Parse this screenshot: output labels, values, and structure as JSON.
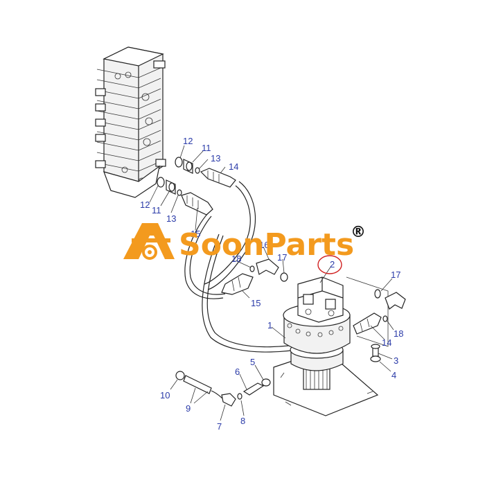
{
  "logo": {
    "text": "SoonParts",
    "registered_mark": "®",
    "color": "#f39a1e"
  },
  "highlight": {
    "part": "2",
    "color": "#d02020"
  },
  "label_color": "#2a3aa8",
  "labels": [
    {
      "id": "l12a",
      "text": "12"
    },
    {
      "id": "l11a",
      "text": "11"
    },
    {
      "id": "l13a",
      "text": "13"
    },
    {
      "id": "l14a",
      "text": "14"
    },
    {
      "id": "l12b",
      "text": "12"
    },
    {
      "id": "l11b",
      "text": "11"
    },
    {
      "id": "l13b",
      "text": "13"
    },
    {
      "id": "l15a",
      "text": "15"
    },
    {
      "id": "l18a",
      "text": "18"
    },
    {
      "id": "l16a",
      "text": "16"
    },
    {
      "id": "l17a",
      "text": "17"
    },
    {
      "id": "l2",
      "text": "2"
    },
    {
      "id": "l15b",
      "text": "15"
    },
    {
      "id": "l17b",
      "text": "17"
    },
    {
      "id": "l1",
      "text": "1"
    },
    {
      "id": "l14b",
      "text": "14"
    },
    {
      "id": "l18b",
      "text": "18"
    },
    {
      "id": "l3",
      "text": "3"
    },
    {
      "id": "l4",
      "text": "4"
    },
    {
      "id": "l6",
      "text": "6"
    },
    {
      "id": "l5",
      "text": "5"
    },
    {
      "id": "l10",
      "text": "10"
    },
    {
      "id": "l9",
      "text": "9"
    },
    {
      "id": "l7",
      "text": "7"
    },
    {
      "id": "l8",
      "text": "8"
    }
  ]
}
